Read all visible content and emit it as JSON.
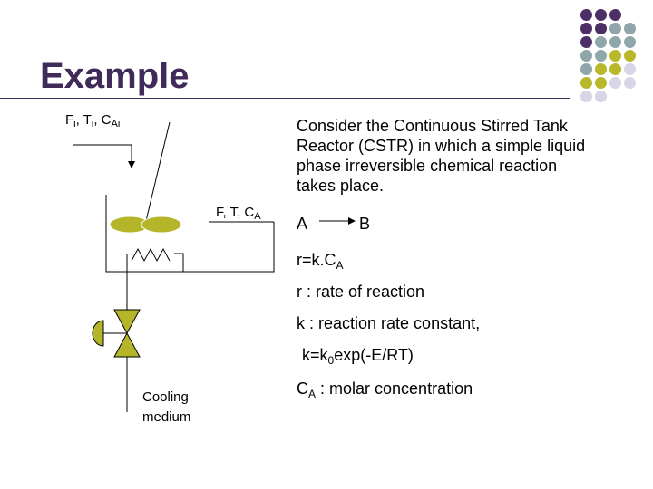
{
  "slide": {
    "title": "Example",
    "accent_color": "#3f2a5a",
    "dot_colors": {
      "purple": "#4b2f66",
      "teal": "#8fa6aa",
      "olive": "#b8b82a",
      "lilac": "#d6d6e6"
    }
  },
  "diagram": {
    "inlet_F": "F",
    "inlet_F_sub": "i",
    "inlet_sep1": ", T",
    "inlet_T_sub": "i",
    "inlet_sep2": ", C",
    "inlet_C_sub": "Ai",
    "outlet_prefix": "F, T, C",
    "outlet_sub": "A",
    "cooling_line1": "Cooling",
    "cooling_line2": "medium",
    "impeller_color": "#b5b52a"
  },
  "description": {
    "line1": "Consider the Continuous Stirred Tank",
    "line2": "Reactor (CSTR) in which a simple liquid",
    "line3": "phase irreversible chemical reaction",
    "line4": "takes place.",
    "reactant": "A",
    "product": "B",
    "rate_prefix": "r=k.C",
    "rate_sub": "A",
    "def_r": "r : rate of reaction",
    "def_k": "k : reaction rate constant,",
    "k_prefix": "k=k",
    "k_sub": "0",
    "k_suffix": "exp(-E/RT)",
    "ca_prefix": "C",
    "ca_sub": "A",
    "ca_suffix": " : molar concentration"
  }
}
